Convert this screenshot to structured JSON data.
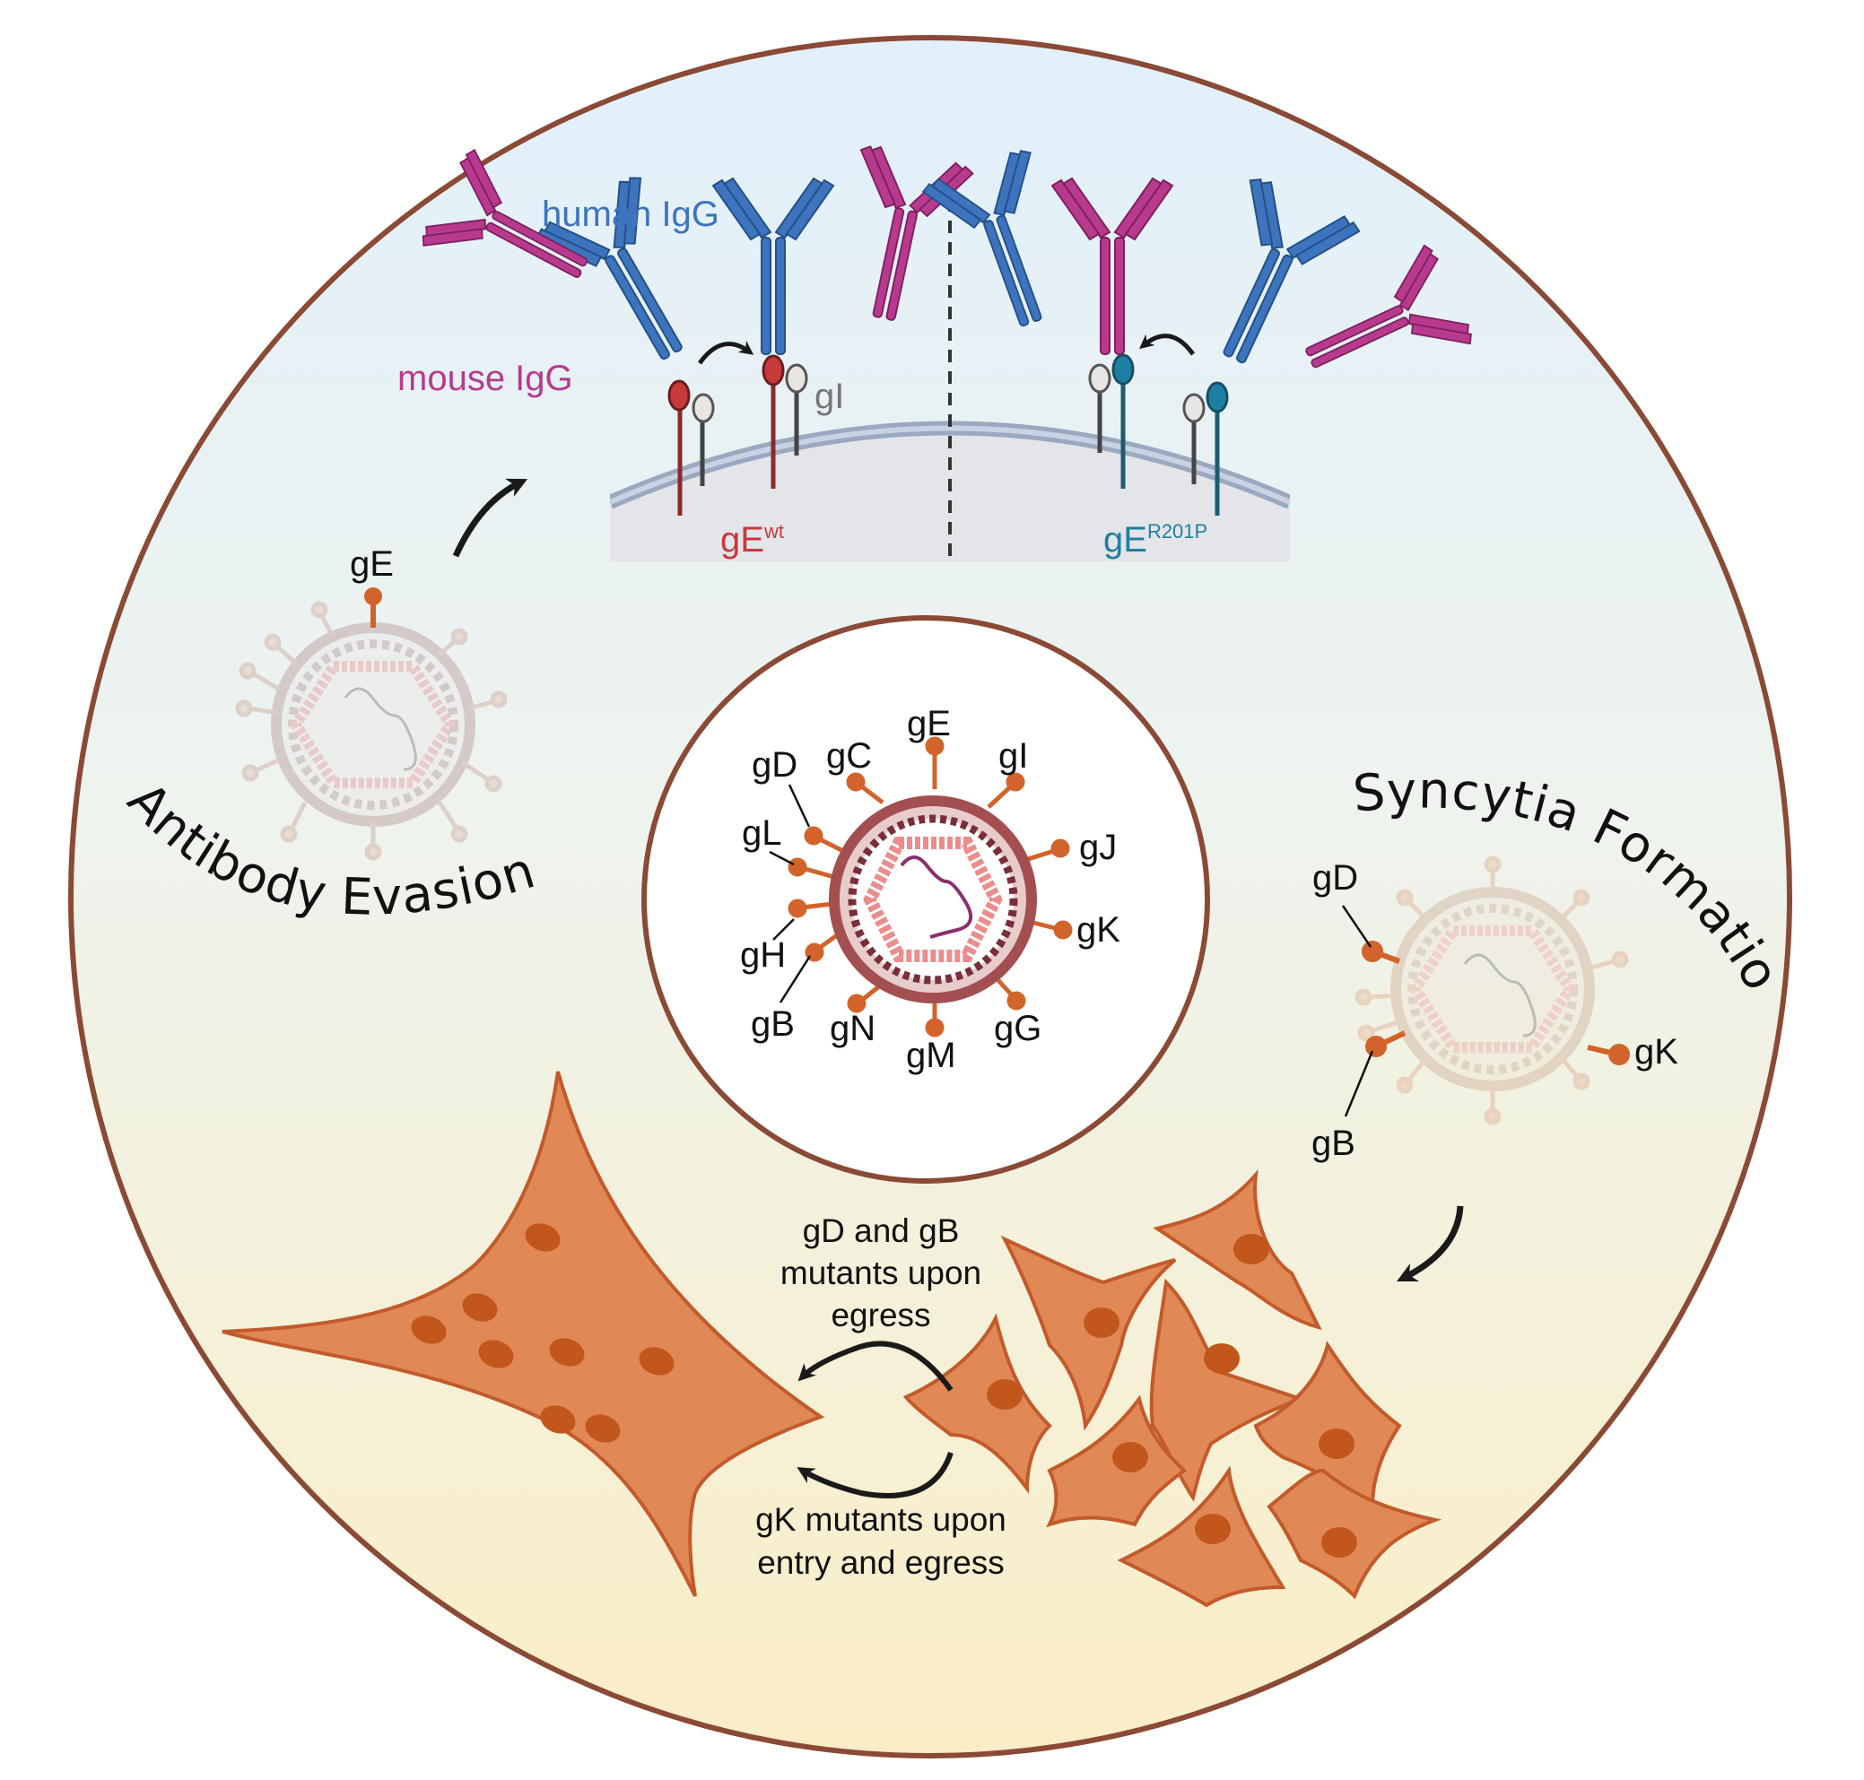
{
  "titles": {
    "antibody_evasion": "Antibody Evasion",
    "syncytia_formation": "Syncytia Formation"
  },
  "antibodies": {
    "human": "human IgG",
    "mouse": "mouse IgG"
  },
  "membrane_labels": {
    "gI": "gI",
    "gE_wt_base": "gE",
    "gE_wt_sup": "wt",
    "gE_mut_base": "gE",
    "gE_mut_sup": "R201P"
  },
  "left_virus_label": "gE",
  "center_virus_labels": {
    "gD": "gD",
    "gC": "gC",
    "gE": "gE",
    "gI": "gI",
    "gJ": "gJ",
    "gK": "gK",
    "gL": "gL",
    "gH": "gH",
    "gB": "gB",
    "gN": "gN",
    "gM": "gM",
    "gG": "gG"
  },
  "right_virus_labels": {
    "gD": "gD",
    "gB": "gB",
    "gK": "gK"
  },
  "cell_notes": {
    "upper_line1": "gD and gB",
    "upper_line2": "mutants upon",
    "upper_line3": "egress",
    "lower_line1": "gK mutants upon",
    "lower_line2": "entry and egress"
  },
  "colors": {
    "human_igg": "#3d74bd",
    "mouse_igg": "#b83a8e",
    "ge_wt": "#c8393a",
    "ge_mutant": "#1e7fa3",
    "gi_gray": "#777777",
    "glycoprotein": "#d2632b",
    "cell_fill": "#e08856",
    "circle_border": "#8a4a35"
  }
}
